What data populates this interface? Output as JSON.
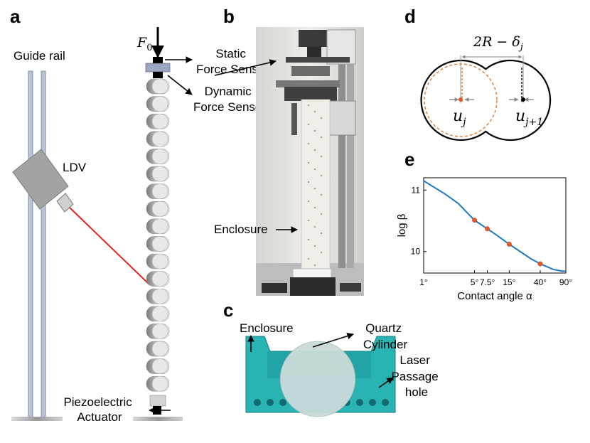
{
  "panels": {
    "a": {
      "tag": "a",
      "guide_rail": "Guide rail",
      "ldv": "LDV",
      "force_main": "F",
      "force_sub": "0",
      "static_sensor": [
        "Static",
        "Force Sensor"
      ],
      "dynamic_sensor": [
        "Dynamic",
        "Force Sensor"
      ],
      "actuator": [
        "Piezoelectric",
        "Actuator"
      ]
    },
    "b": {
      "tag": "b",
      "enclosure": "Enclosure"
    },
    "c": {
      "tag": "c",
      "enclosure": "Enclosure",
      "cylinder": [
        "Quartz",
        "Cylinder"
      ],
      "hole": [
        "Laser",
        "Passage",
        "hole"
      ]
    },
    "d": {
      "tag": "d",
      "gap_main": "2R − δ",
      "gap_sub": "j",
      "u_left_main": "u",
      "u_left_sub": "j",
      "u_right_main": "u",
      "u_right_sub": "j+1"
    },
    "e": {
      "tag": "e"
    }
  },
  "colors": {
    "laser": "#e8221f",
    "curve": "#1f77c4",
    "marker": "#e8582a",
    "enclosure": "#29b3b3",
    "cylinder": "#c9dbd9",
    "dashed": "#e07a2e"
  },
  "chart_data": {
    "type": "line",
    "title": "",
    "xlabel": "Contact angle α",
    "ylabel": "log β",
    "x_scale": "log",
    "xlim": [
      1,
      90
    ],
    "ylim": [
      9.65,
      11.2
    ],
    "x_ticks": [
      1,
      5,
      7.5,
      15,
      40,
      90
    ],
    "x_tick_labels": [
      "1°",
      "5°",
      "7.5°",
      "15°",
      "40°",
      "90°"
    ],
    "y_ticks": [
      10,
      11
    ],
    "y_tick_labels": [
      "10",
      "11"
    ],
    "grid": false,
    "series": [
      {
        "style": "line",
        "x": [
          1,
          2,
          3,
          5,
          7.5,
          10,
          15,
          20,
          30,
          40,
          60,
          80,
          90
        ],
        "y": [
          11.15,
          10.93,
          10.78,
          10.51,
          10.37,
          10.27,
          10.12,
          10.02,
          9.88,
          9.8,
          9.71,
          9.68,
          9.68
        ]
      },
      {
        "style": "markers",
        "x": [
          5,
          7.5,
          15,
          40
        ],
        "y": [
          10.51,
          10.37,
          10.12,
          9.8
        ]
      }
    ]
  }
}
